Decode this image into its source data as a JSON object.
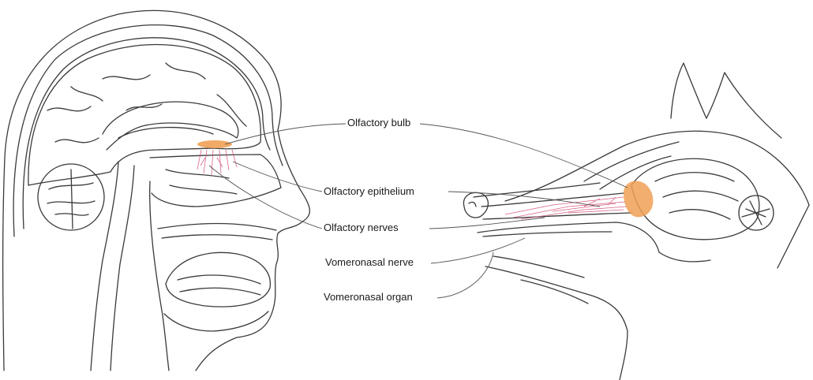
{
  "labels": {
    "olfactory_bulb": "Olfactory bulb",
    "olfactory_epithelium": "Olfactory epithelium",
    "olfactory_nerves": "Olfactory nerves",
    "vomeronasal_nerve": "Vomeronasal nerve",
    "vomeronasal_organ": "Vomeronasal organ"
  },
  "colors": {
    "ink": "#3a3a3a",
    "bulb": "#f0a055",
    "nerve": "#d2486e"
  }
}
